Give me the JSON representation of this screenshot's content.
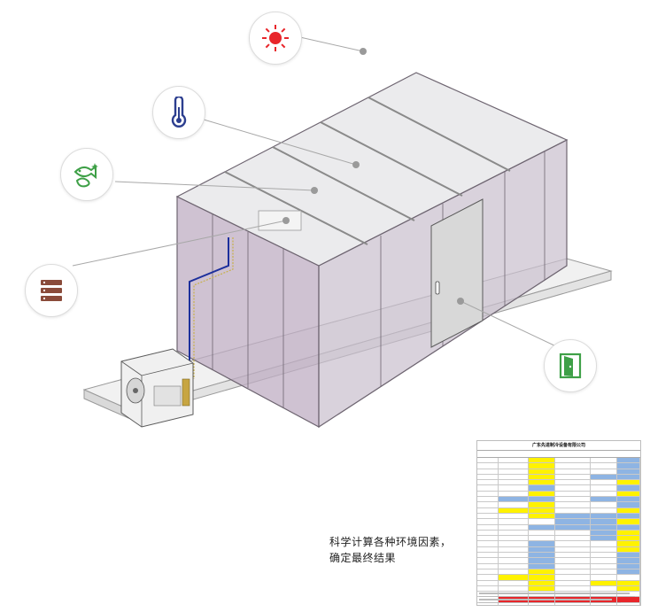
{
  "caption": {
    "line1": "科学计算各种环境因素，",
    "line2": "确定最终结果"
  },
  "report": {
    "title": "广东先进制冷设备有限公司",
    "subtitle": "",
    "row_colors": [
      "#ffffff",
      "#fff200",
      "#8eb4e3",
      "#ffffff",
      "#ffffff"
    ]
  },
  "icons": {
    "sun": {
      "name": "sun-icon",
      "color": "#e8262b"
    },
    "thermometer": {
      "name": "thermometer-icon",
      "color": "#2c3e8f"
    },
    "food": {
      "name": "fish-meat-icon",
      "color": "#3ea047"
    },
    "storage": {
      "name": "storage-rack-icon",
      "color": "#8a4b3a"
    },
    "door": {
      "name": "door-icon",
      "color": "#3ea047"
    }
  }
}
